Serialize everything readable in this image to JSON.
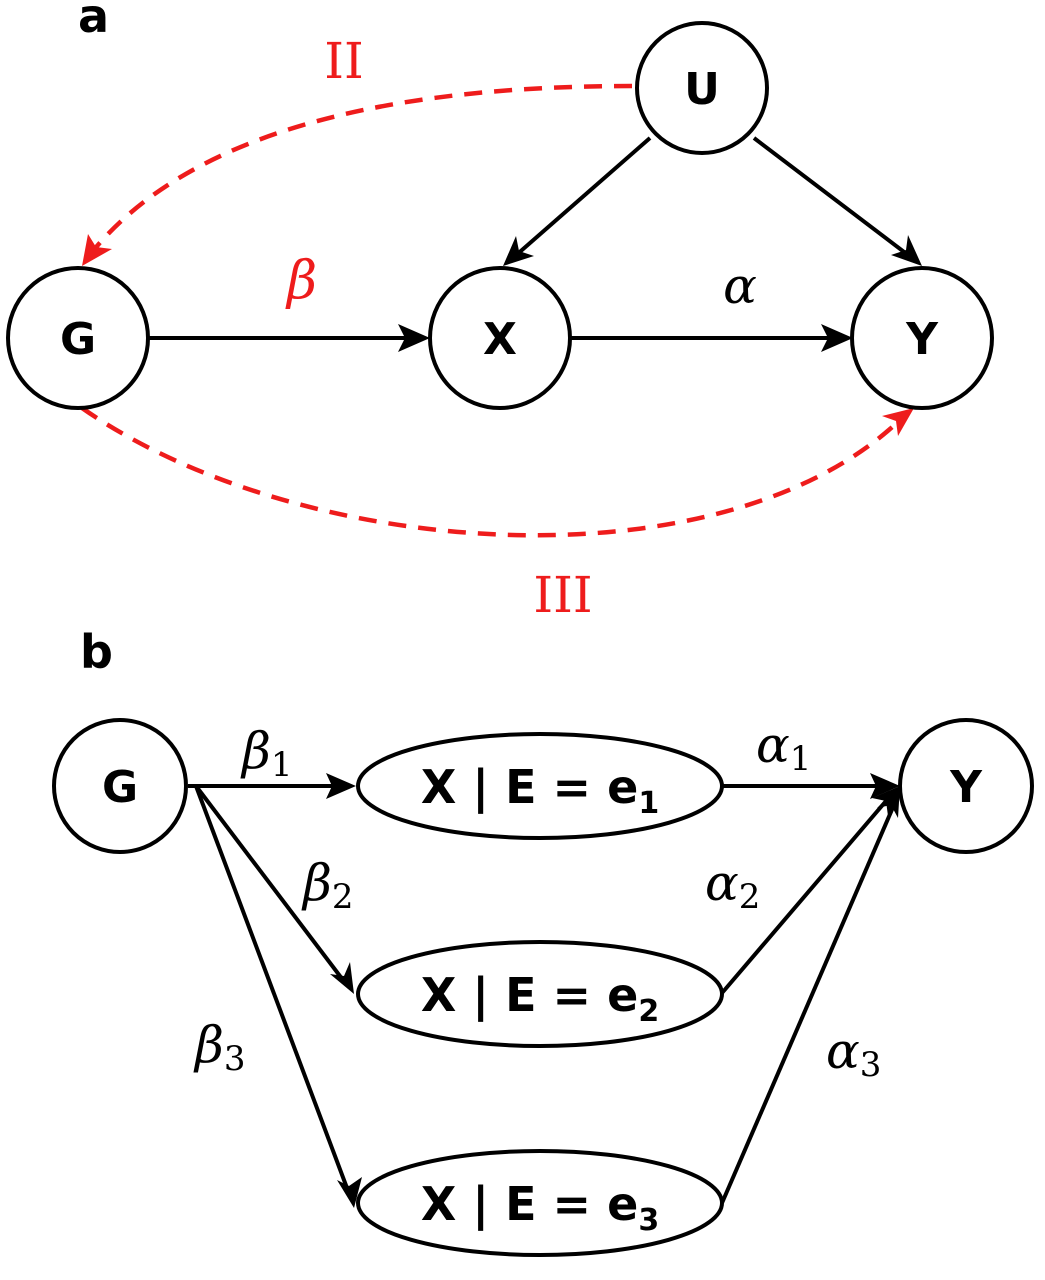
{
  "panel_a": {
    "label": "a",
    "nodes": {
      "U": "U",
      "G": "G",
      "X": "X",
      "Y": "Y"
    },
    "edge_labels": {
      "beta": "β",
      "alpha": "α"
    },
    "pathway_labels": {
      "upper": "II",
      "lower": "III"
    }
  },
  "panel_b": {
    "label": "b",
    "nodes": {
      "G": "G",
      "Y": "Y"
    },
    "ellipses": [
      {
        "prefix": "X | E = e",
        "index": "1"
      },
      {
        "prefix": "X | E = e",
        "index": "2"
      },
      {
        "prefix": "X | E = e",
        "index": "3"
      }
    ],
    "beta_labels": [
      {
        "symbol": "β",
        "index": "1"
      },
      {
        "symbol": "β",
        "index": "2"
      },
      {
        "symbol": "β",
        "index": "3"
      }
    ],
    "alpha_labels": [
      {
        "symbol": "α",
        "index": "1"
      },
      {
        "symbol": "α",
        "index": "2"
      },
      {
        "symbol": "α",
        "index": "3"
      }
    ]
  },
  "colors": {
    "ink": "#000000",
    "highlight": "#ee1c1c",
    "background": "#ffffff"
  }
}
